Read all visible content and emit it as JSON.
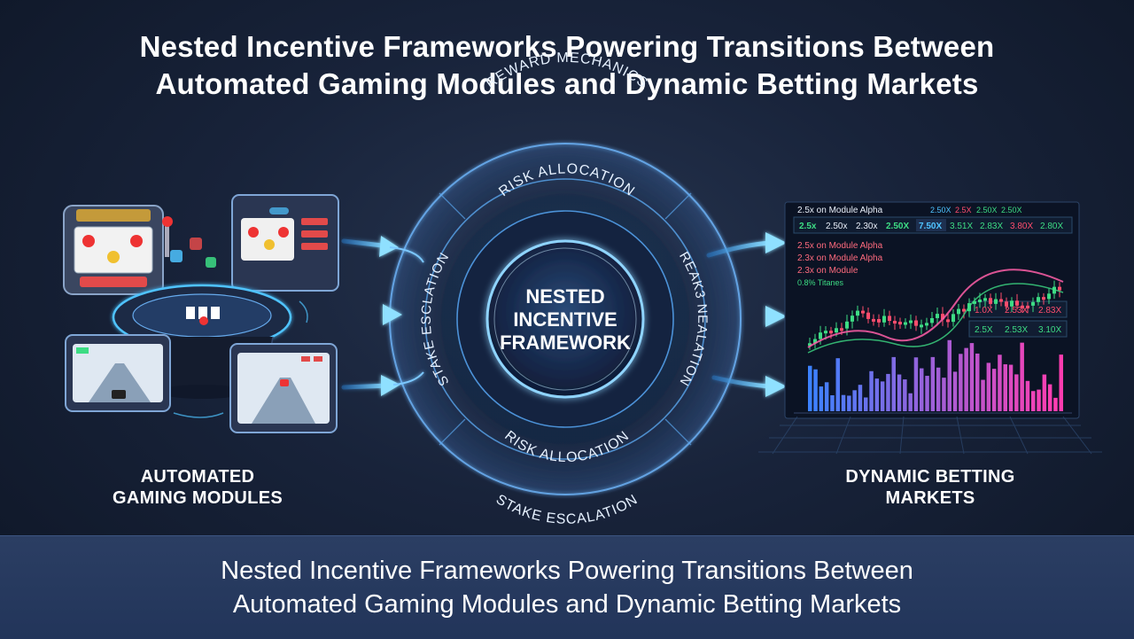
{
  "title": {
    "line1": "Nested Incentive Frameworks Powering Transitions Between",
    "line2": "Automated Gaming Modules and Dynamic Betting Markets"
  },
  "left": {
    "label_line1": "AUTOMATED",
    "label_line2": "GAMING MODULES"
  },
  "right": {
    "label_line1": "DYNAMIC BETTING",
    "label_line2": "MARKETS"
  },
  "center": {
    "core_line1": "NESTED",
    "core_line2": "INCENTIVE",
    "core_line3": "FRAMEWORK",
    "outer_top": "REWARD MECHANICS",
    "inner_top": "RISK ALLOCATION",
    "inner_bottom": "RISK ALLOCATION",
    "outer_bottom": "STAKE ESCALATION",
    "left_ring": "STAKE ESCLATION",
    "right_ring": "REAK3 NEALATION"
  },
  "market": {
    "header": "2.5x on Module Alpha",
    "header_odds": [
      "2.50X",
      "2.5X",
      "2.50X",
      "2.50X"
    ],
    "ticker": [
      "2.5x",
      "2.50x",
      "2.30x",
      "2.50X",
      "7.50X",
      "3.51X",
      "2.83X",
      "3.80X",
      "2.80X"
    ],
    "rows": [
      "2.5x on Module Alpha",
      "2.3x on Module Alpha",
      "2.3x on Module",
      "0.8% Titanes"
    ],
    "box_odds_1": [
      "1.0X",
      "2.53X",
      "2.83X"
    ],
    "box_odds_2": [
      "2.5X",
      "2.53X",
      "3.10X"
    ]
  },
  "colors": {
    "accent_cyan": "#4fc3ff",
    "ring_glow": "#6fb8ff",
    "candle_up": "#3ddc84",
    "candle_down": "#ff4d6d"
  }
}
